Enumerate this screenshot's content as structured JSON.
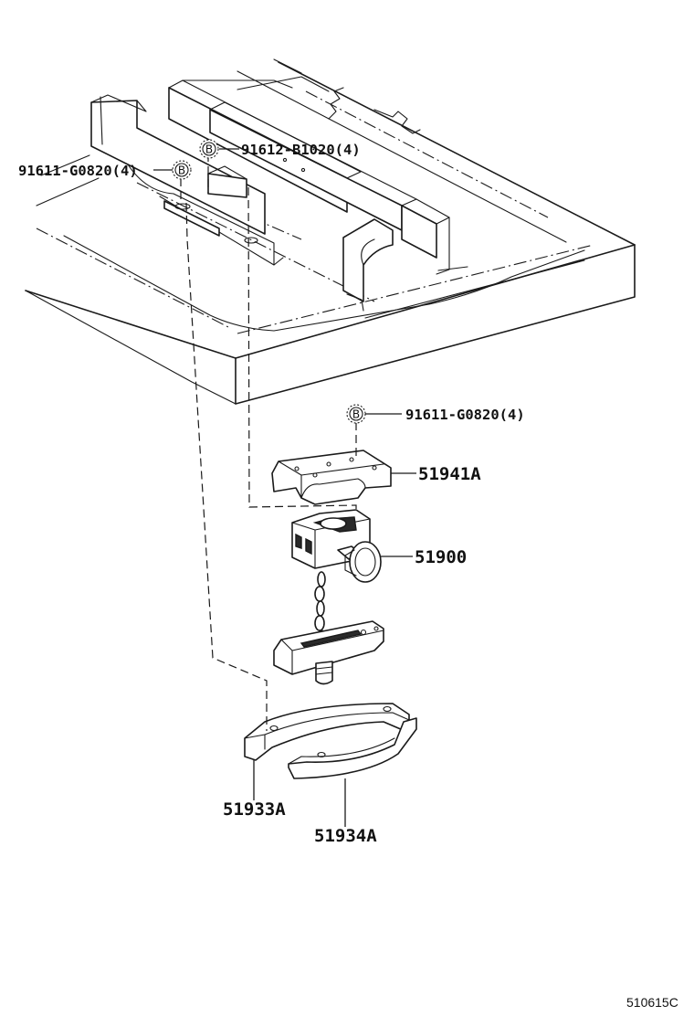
{
  "parts": {
    "bolt_upper": "91612-B1020(4)",
    "bolt_left": "91611-G0820(4)",
    "bolt_mid": "91611-G0820(4)",
    "holder": "51941A",
    "carrier": "51900",
    "bracket_left": "51933A",
    "bracket_right": "51934A"
  },
  "marks": {
    "b": "B"
  },
  "drawing_code": "510615C"
}
